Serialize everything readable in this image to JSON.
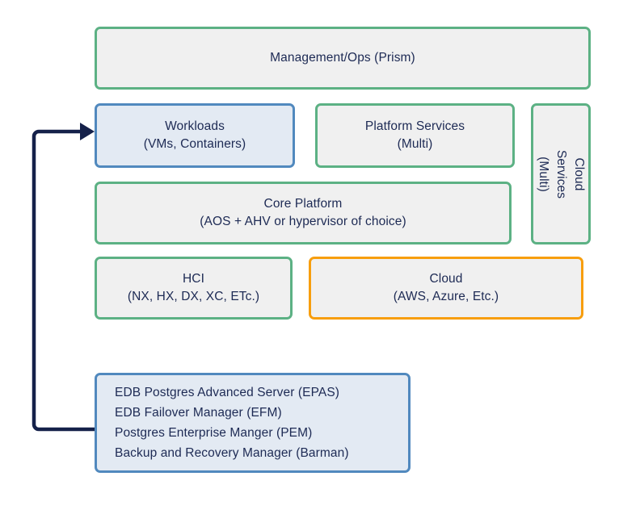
{
  "diagram": {
    "title": "Nutanix platform stack with EDB Postgres components",
    "colors": {
      "green_border": "#5cb184",
      "blue_border": "#5189be",
      "orange_border": "#f79e0e",
      "gray_fill": "#f0f0f0",
      "blue_fill": "#e3eaf3",
      "text": "#1d2a54",
      "connector": "#15214a"
    },
    "nodes": {
      "management": {
        "label": "Management/Ops (Prism)",
        "style": "green"
      },
      "workloads": {
        "label": "Workloads\n(VMs, Containers)",
        "style": "blue"
      },
      "platform_services": {
        "label": "Platform Services\n(Multi)",
        "style": "green"
      },
      "cloud_services": {
        "label": "Cloud Services\n(Multi)",
        "style": "green",
        "orientation": "vertical"
      },
      "core_platform": {
        "label": "Core Platform\n(AOS + AHV or hypervisor of choice)",
        "style": "green"
      },
      "hci": {
        "label": "HCI\n(NX, HX, DX, XC, ETc.)",
        "style": "green"
      },
      "cloud": {
        "label": "Cloud\n(AWS, Azure, Etc.)",
        "style": "orange"
      },
      "edb": {
        "style": "blue",
        "lines": [
          "EDB Postgres Advanced Server (EPAS)",
          "EDB Failover Manager (EFM)",
          "Postgres Enterprise Manger (PEM)",
          "Backup and Recovery Manager (Barman)"
        ]
      }
    },
    "connector": {
      "from": "edb",
      "to": "workloads",
      "arrow": "arrow-head-right"
    }
  }
}
